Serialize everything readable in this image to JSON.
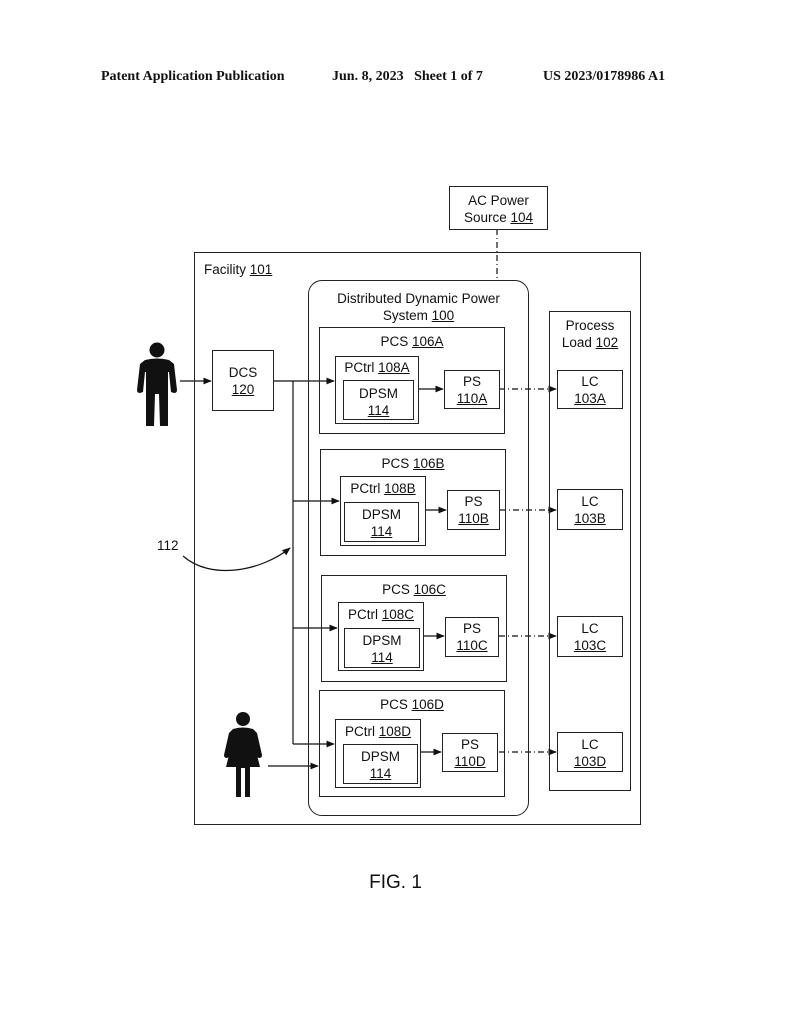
{
  "header": {
    "left": "Patent Application Publication",
    "date_sheet": "Jun. 8, 2023   Sheet 1 of 7",
    "number": "US 2023/0178986 A1"
  },
  "ac_source": {
    "line1": "AC Power",
    "line2": "Source",
    "ref": "104"
  },
  "facility": {
    "label": "Facility",
    "ref": "101"
  },
  "ddps": {
    "line1": "Distributed Dynamic Power",
    "line2": "System",
    "ref": "100"
  },
  "process_load": {
    "line1": "Process",
    "line2": "Load",
    "ref": "102"
  },
  "dcs": {
    "label": "DCS",
    "ref": "120"
  },
  "ref_112": "112",
  "pcs": [
    {
      "label": "PCS",
      "ref": "106A",
      "pctrl": "PCtrl",
      "pctrl_ref": "108A",
      "dpsm": "DPSM",
      "dpsm_ref": "114",
      "ps": "PS",
      "ps_ref": "110A",
      "lc": "LC",
      "lc_ref": "103A"
    },
    {
      "label": "PCS",
      "ref": "106B",
      "pctrl": "PCtrl",
      "pctrl_ref": "108B",
      "dpsm": "DPSM",
      "dpsm_ref": "114",
      "ps": "PS",
      "ps_ref": "110B",
      "lc": "LC",
      "lc_ref": "103B"
    },
    {
      "label": "PCS",
      "ref": "106C",
      "pctrl": "PCtrl",
      "pctrl_ref": "108C",
      "dpsm": "DPSM",
      "dpsm_ref": "114",
      "ps": "PS",
      "ps_ref": "110C",
      "lc": "LC",
      "lc_ref": "103C"
    },
    {
      "label": "PCS",
      "ref": "106D",
      "pctrl": "PCtrl",
      "pctrl_ref": "108D",
      "dpsm": "DPSM",
      "dpsm_ref": "114",
      "ps": "PS",
      "ps_ref": "110D",
      "lc": "LC",
      "lc_ref": "103D"
    }
  ],
  "figure_label": "FIG. 1"
}
